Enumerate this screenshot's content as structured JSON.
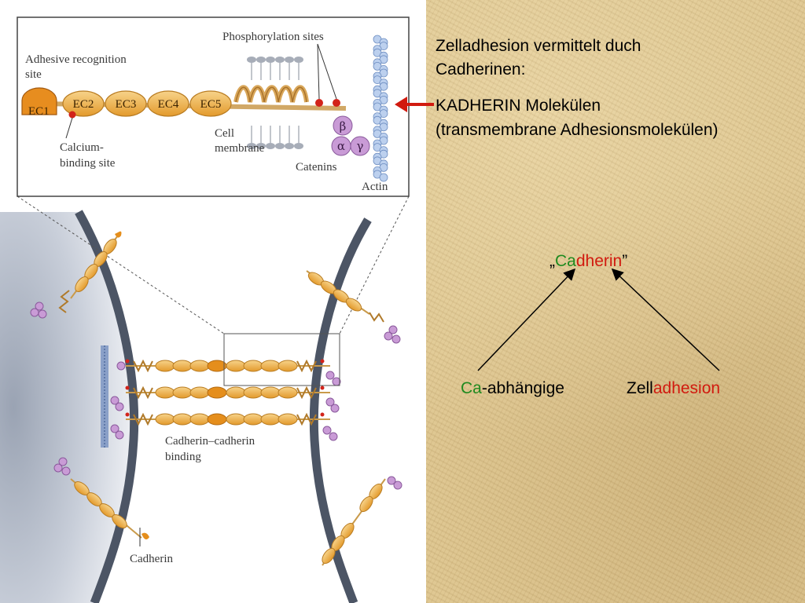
{
  "diagram": {
    "labels": {
      "adhesive_recognition_line1": "Adhesive recognition",
      "adhesive_recognition_line2": "site",
      "phosphorylation": "Phosphorylation sites",
      "calcium_line1": "Calcium-",
      "calcium_line2": "binding site",
      "cell_membrane_line1": "Cell",
      "cell_membrane_line2": "membrane",
      "catenins": "Catenins",
      "actin": "Actin",
      "binding_line1": "Cadherin–cadherin",
      "binding_line2": "binding",
      "cadherin": "Cadherin"
    },
    "domains": [
      "EC1",
      "EC2",
      "EC3",
      "EC4",
      "EC5"
    ],
    "catenins": [
      "β",
      "α",
      "γ"
    ]
  },
  "text": {
    "title_line1": "Zelladhesion vermittelt duch",
    "title_line2": "Cadherinen:",
    "kadherin_bold": "KADHERIN",
    "kadherin_rest": " Molekülen",
    "kadherin_line2": "(transmembrane Adhesionsmolekülen)",
    "quote_open": "„",
    "word_ca": "Ca",
    "word_dherin": "dherin",
    "quote_close": "”",
    "bottom_left_ca": "Ca",
    "bottom_left_rest": "-abhängige",
    "bottom_right_zell": "Zell",
    "bottom_right_adhesion": "adhesion"
  },
  "colors": {
    "green": "#1f8a1f",
    "red": "#d11a0f",
    "domain_fill": "#f0b24a",
    "catenin_fill": "#c99bd6",
    "background": "#dcc38c"
  }
}
